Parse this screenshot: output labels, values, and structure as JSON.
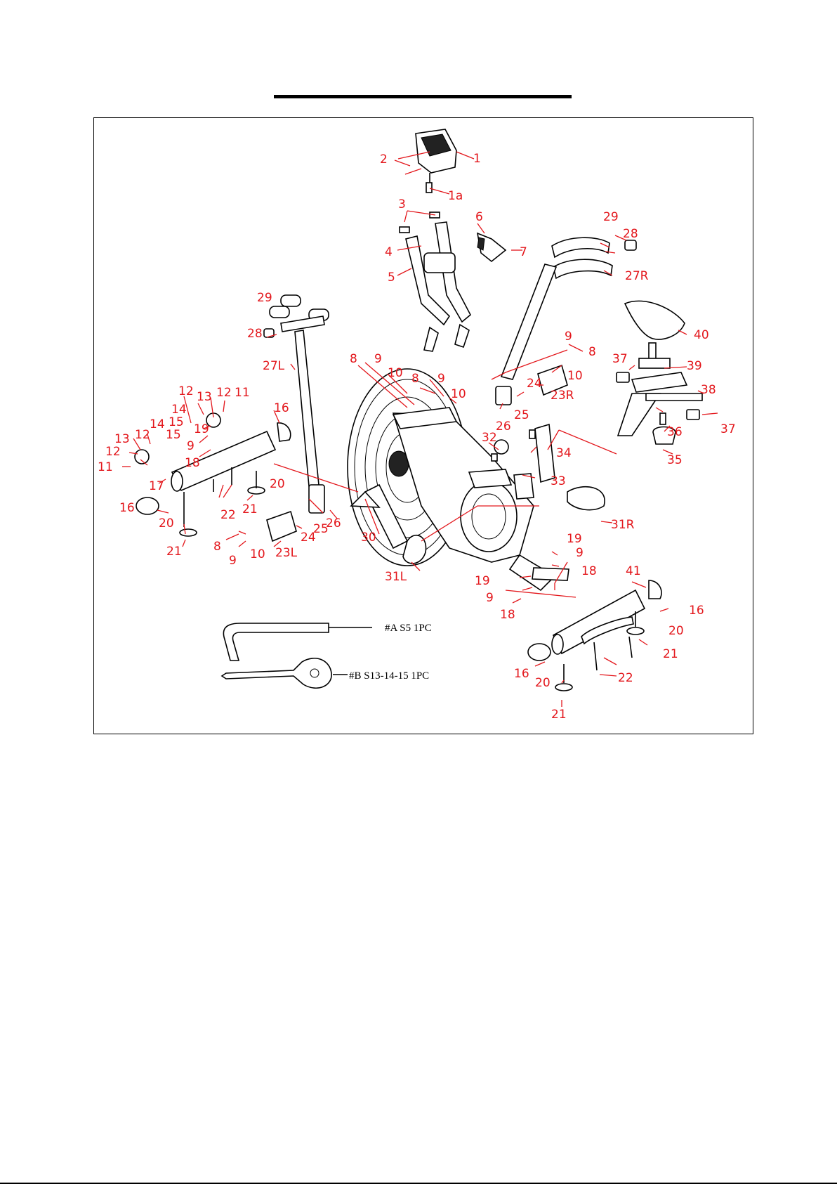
{
  "tools": [
    {
      "id": "A",
      "label": "#A  S5 1PC"
    },
    {
      "id": "B",
      "label": "#B  S13-14-15 1PC"
    }
  ],
  "callouts": [
    "1",
    "1a",
    "2",
    "3",
    "4",
    "5",
    "6",
    "7",
    "8",
    "9",
    "10",
    "8",
    "9",
    "10",
    "9",
    "8",
    "10",
    "8",
    "9",
    "10",
    "11",
    "12",
    "13",
    "12",
    "14",
    "15",
    "11",
    "12",
    "13",
    "14",
    "15",
    "12",
    "16",
    "16",
    "16",
    "16",
    "17",
    "19",
    "9",
    "18",
    "20",
    "21",
    "20",
    "21",
    "20",
    "21",
    "20",
    "21",
    "22",
    "22",
    "23L",
    "23R",
    "24",
    "25",
    "26",
    "24",
    "25",
    "26",
    "27L",
    "27R",
    "28",
    "28",
    "29",
    "29",
    "30",
    "31L",
    "31R",
    "32",
    "33",
    "34",
    "35",
    "36",
    "37",
    "37",
    "38",
    "39",
    "40",
    "41",
    "19",
    "9",
    "18",
    "19",
    "9",
    "18"
  ],
  "colors": {
    "callout": "#e3171c",
    "line": "#000000"
  }
}
